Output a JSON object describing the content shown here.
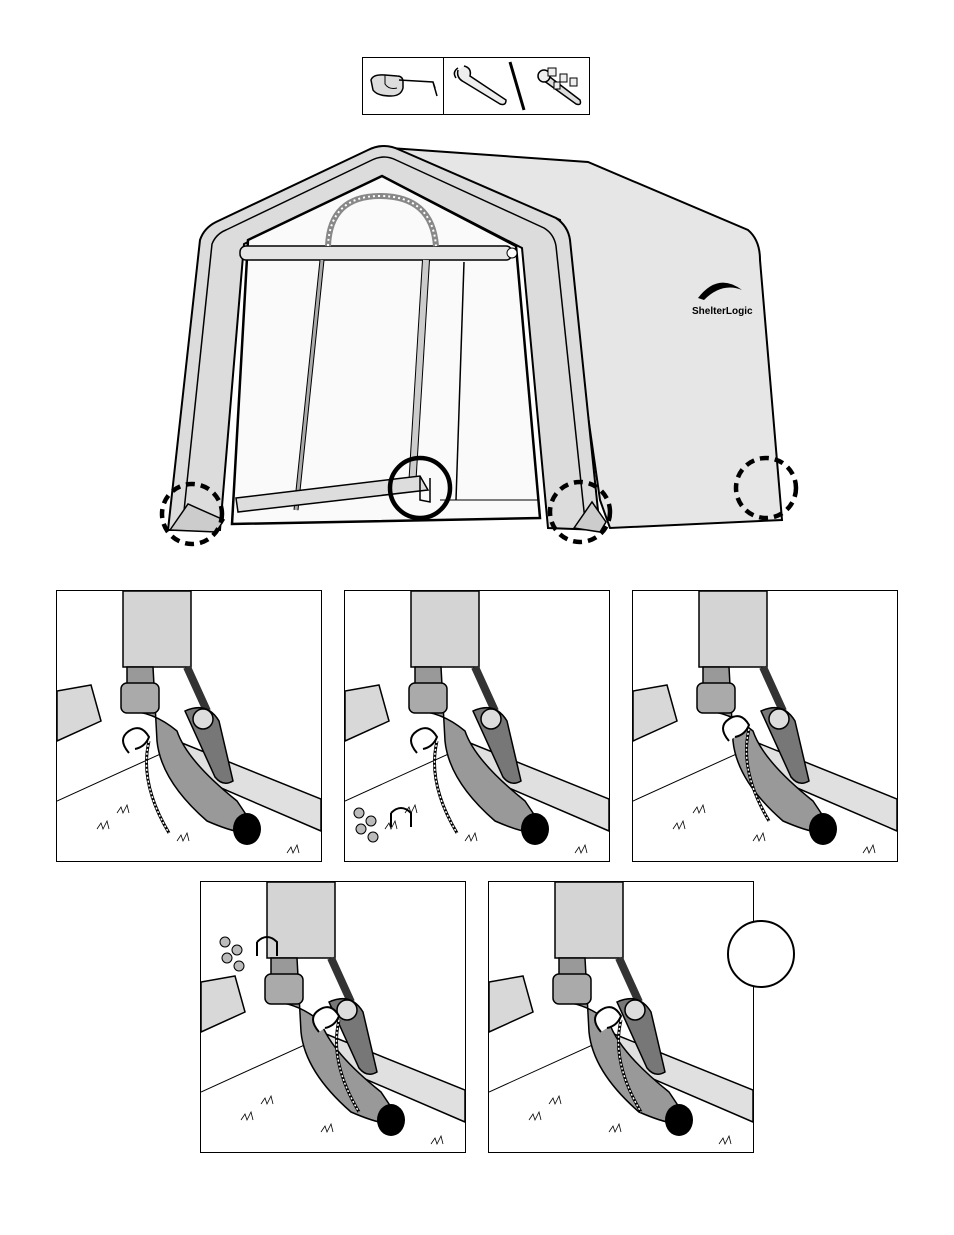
{
  "brand": {
    "logo_text": "ShelterLogic"
  },
  "tools": [
    {
      "name": "safety-glasses-icon"
    },
    {
      "name": "adjustable-wrench-icon"
    },
    {
      "name": "socket-set-icon"
    }
  ],
  "panels": [
    {
      "id": 1,
      "content": "ground-anchor-step-1"
    },
    {
      "id": 2,
      "content": "ground-anchor-step-2"
    },
    {
      "id": 3,
      "content": "ground-anchor-step-3"
    },
    {
      "id": 4,
      "content": "ground-anchor-step-4"
    },
    {
      "id": 5,
      "content": "ground-anchor-step-5"
    }
  ],
  "step_badge": {
    "label": ""
  }
}
